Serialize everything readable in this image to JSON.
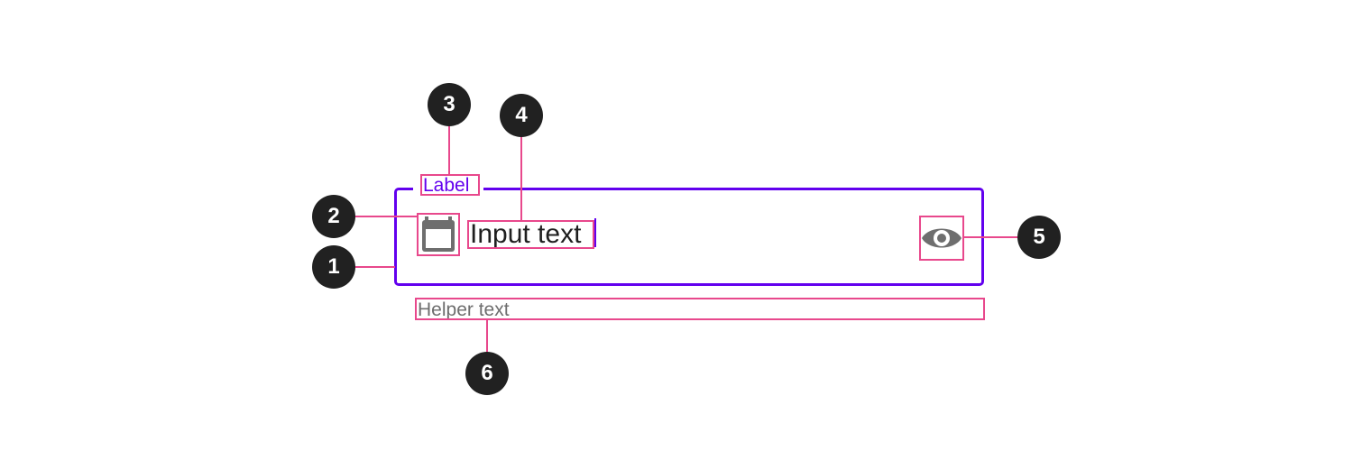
{
  "field": {
    "label": "Label",
    "input_value": "Input text",
    "helper_text": "Helper text",
    "leading_icon": "calendar-icon",
    "trailing_icon": "eye-icon"
  },
  "callouts": [
    "1",
    "2",
    "3",
    "4",
    "5",
    "6"
  ],
  "colors": {
    "accent": "#6200ee",
    "annotation": "#e8488c",
    "marker": "#212121",
    "icon": "#6e6e6e",
    "helper_text": "#6e6e6e",
    "input_text": "#1f1f1f"
  }
}
